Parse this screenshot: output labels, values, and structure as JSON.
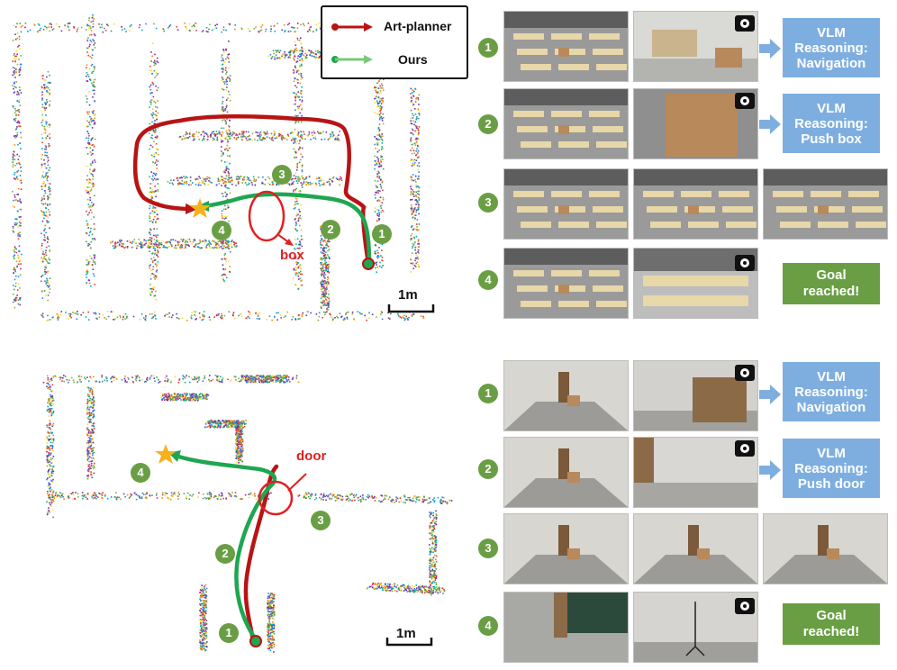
{
  "legend": {
    "art_planner": "Art-planner",
    "ours": "Ours"
  },
  "map_top": {
    "obstacle_label": "box",
    "scale": "1m",
    "steps": [
      "1",
      "2",
      "3",
      "4"
    ]
  },
  "map_bottom": {
    "obstacle_label": "door",
    "scale": "1m",
    "steps": [
      "1",
      "2",
      "3",
      "4"
    ]
  },
  "panel_top": {
    "rows": [
      {
        "step": "1",
        "reasoning": "VLM\nReasoning:\nNavigation"
      },
      {
        "step": "2",
        "reasoning": "VLM\nReasoning:\nPush box"
      },
      {
        "step": "3"
      },
      {
        "step": "4",
        "goal": "Goal\nreached!"
      }
    ]
  },
  "panel_bottom": {
    "rows": [
      {
        "step": "1",
        "reasoning": "VLM\nReasoning:\nNavigation"
      },
      {
        "step": "2",
        "reasoning": "VLM\nReasoning:\nPush door"
      },
      {
        "step": "3"
      },
      {
        "step": "4",
        "goal": "Goal\nreached!"
      }
    ]
  },
  "colors": {
    "art_planner": "#b81414",
    "ours": "#1fa650",
    "step": "#6a9e45",
    "reasoning": "#7eaee0",
    "star": "#f6b21a"
  },
  "icons": {
    "camera": "camera-icon",
    "star": "goal-star-icon",
    "arrow": "right-arrow-icon"
  }
}
